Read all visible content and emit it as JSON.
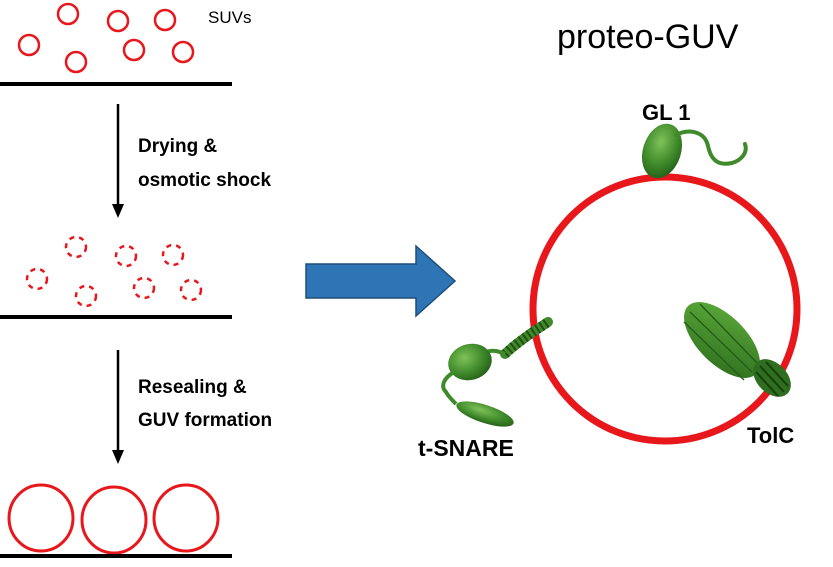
{
  "labels": {
    "suvs": "SUVs",
    "step1_line1": "Drying &",
    "step1_line2": "osmotic shock",
    "step2_line1": "Resealing &",
    "step2_line2": "GUV formation",
    "title": "proteo-GUV",
    "gl1": "GL 1",
    "tsnare": "t-SNARE",
    "tolc": "TolC"
  },
  "colors": {
    "membrane": "#e8171b",
    "line": "#000000",
    "arrow_fill": "#2e75b6",
    "arrow_stroke": "#1f4e79",
    "protein": "#3f8a2a",
    "protein_dark": "#2f6e1f"
  },
  "icons": {
    "process_arrow": "down-arrow-icon",
    "transition_arrow": "block-right-arrow-icon"
  }
}
